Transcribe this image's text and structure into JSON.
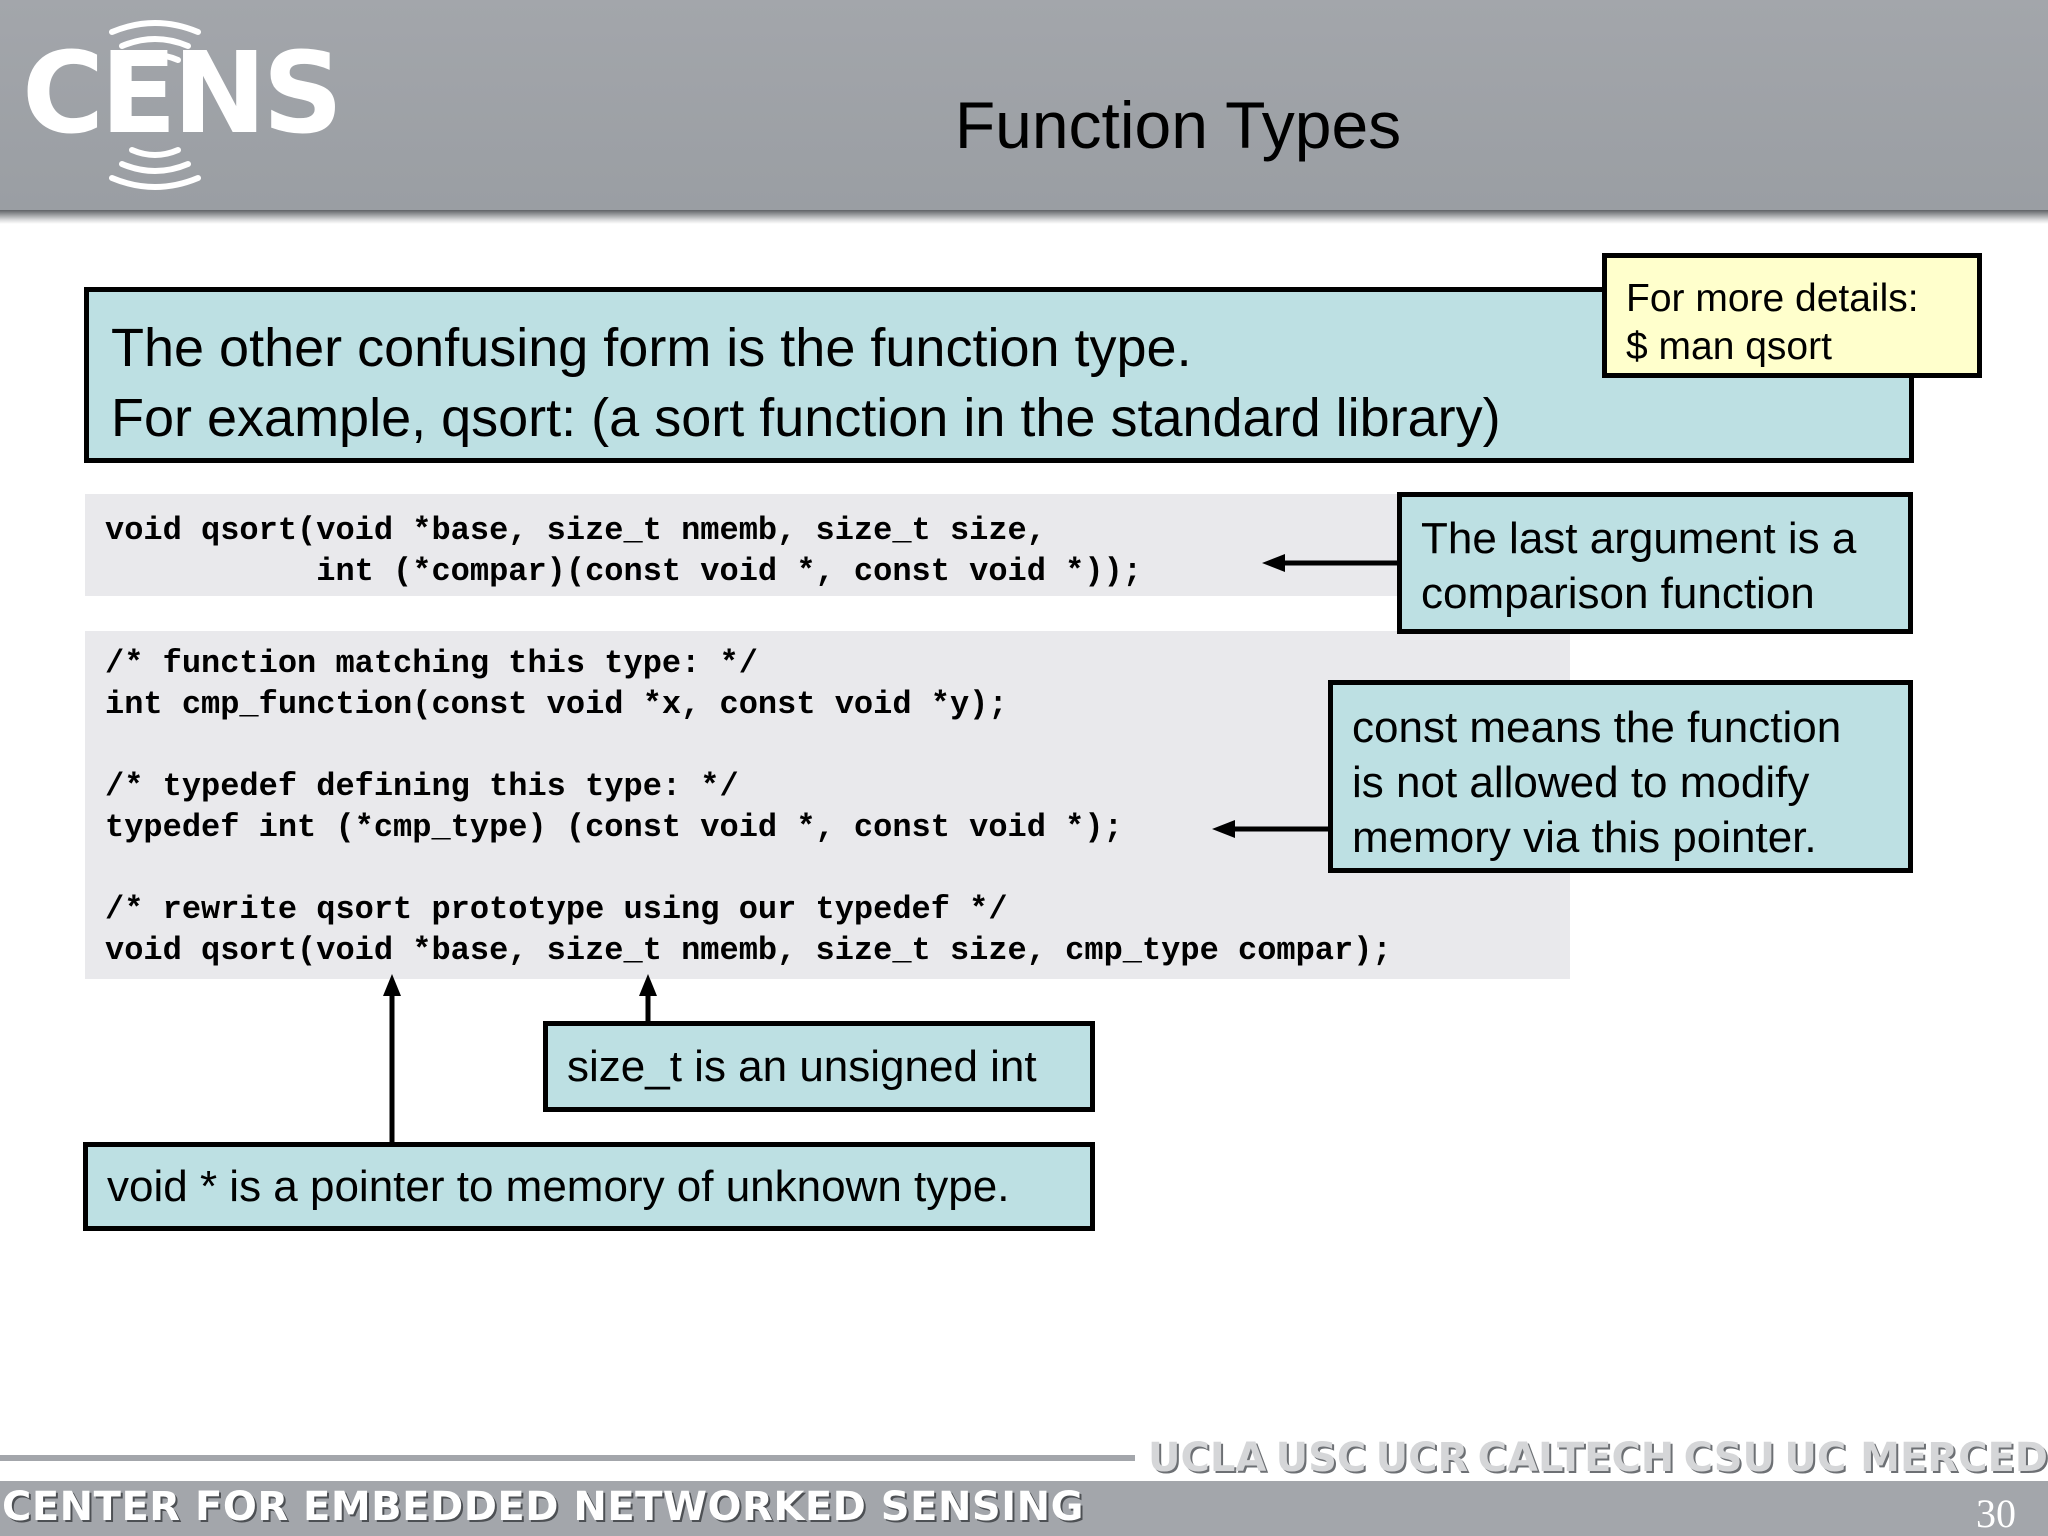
{
  "header": {
    "logo_text": "CENS",
    "title": "Function Types"
  },
  "intro": {
    "line1": "The other confusing form is the function type.",
    "line2": "For example, qsort: (a sort function in the standard library)"
  },
  "details": {
    "line1": "For more details:",
    "line2": "$ man qsort"
  },
  "code_block_1": {
    "line1": "void qsort(void *base, size_t nmemb, size_t size,",
    "line2": "           int (*compar)(const void *, const void *));"
  },
  "code_block_2": {
    "lines": [
      "/* function matching this type: */",
      "int cmp_function(const void *x, const void *y);",
      "",
      "/* typedef defining this type: */",
      "typedef int (*cmp_type) (const void *, const void *);",
      "",
      "/* rewrite qsort prototype using our typedef */",
      "void qsort(void *base, size_t nmemb, size_t size, cmp_type compar);"
    ]
  },
  "notes": {
    "last_argument": {
      "line1": "The last argument is a",
      "line2": "comparison function"
    },
    "const": {
      "line1": "const means the function",
      "line2": "is not allowed to modify",
      "line3": "memory via this pointer."
    },
    "size_t": "size_t is an unsigned int",
    "void_ptr": "void * is a pointer to memory of unknown type."
  },
  "footer": {
    "center_name": "CENTER FOR EMBEDDED NETWORKED SENSING",
    "partners": [
      "UCLA",
      "USC",
      "UCR",
      "CALTECH",
      "CSU",
      "UC MERCED"
    ],
    "page_number": "30"
  },
  "colors": {
    "header_gray": "#a3a6ab",
    "note_cyan": "#bde0e3",
    "details_yellow": "#ffffcc",
    "code_gray": "#e9e9ec"
  },
  "icons": {
    "logo": "cens-wireless-logo"
  }
}
